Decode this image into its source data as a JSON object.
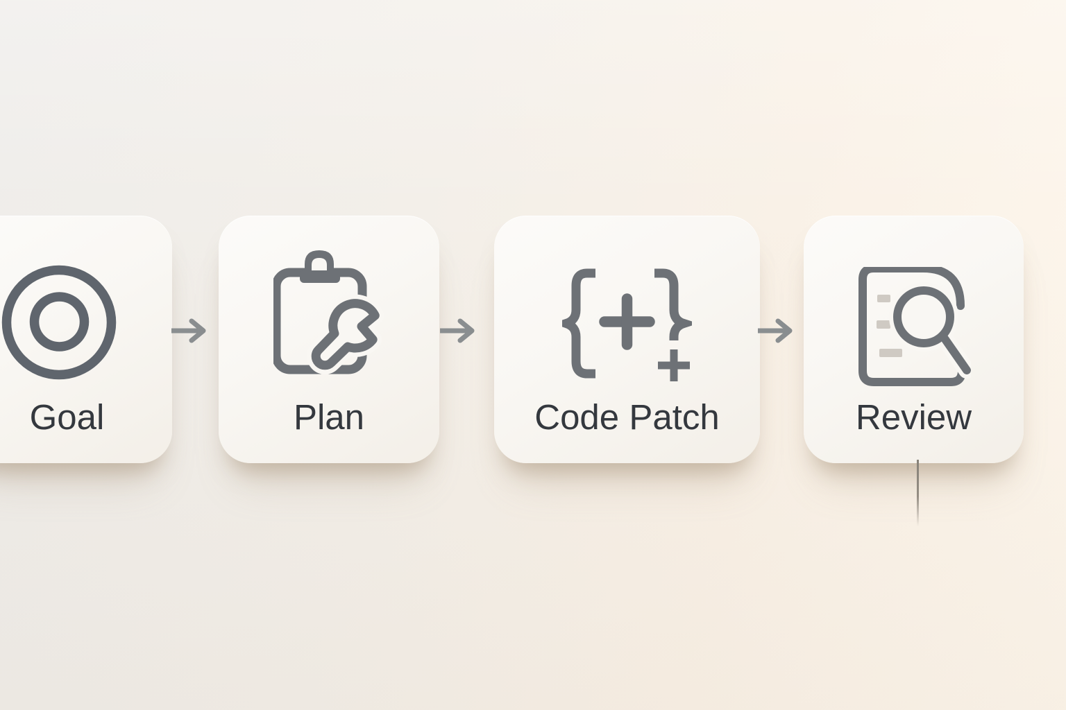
{
  "flow": {
    "steps": [
      {
        "id": "goal",
        "label": "Goal",
        "icon": "target-icon"
      },
      {
        "id": "plan",
        "label": "Plan",
        "icon": "clipboard-wrench-icon"
      },
      {
        "id": "code-patch",
        "label": "Code Patch",
        "icon": "braces-plus-icon"
      },
      {
        "id": "review",
        "label": "Review",
        "icon": "document-magnifier-icon"
      }
    ],
    "arrows": {
      "count": 3,
      "direction": "right"
    },
    "trailing_connector": {
      "from": "review",
      "direction": "down"
    }
  },
  "colors": {
    "background_left": "#efedea",
    "background_right": "#fdf6ec",
    "card_surface": "#f9f7f3",
    "card_surface_edge": "#f3efe8",
    "icon_stroke": "#6d7176",
    "icon_stroke_dark": "#5f656d",
    "icon_accent_light": "#cfcac3",
    "label_text": "#34383e",
    "arrow": "#8a8e90",
    "connector_line": "#878279",
    "shadow": "rgba(168,148,124,0.5)"
  }
}
